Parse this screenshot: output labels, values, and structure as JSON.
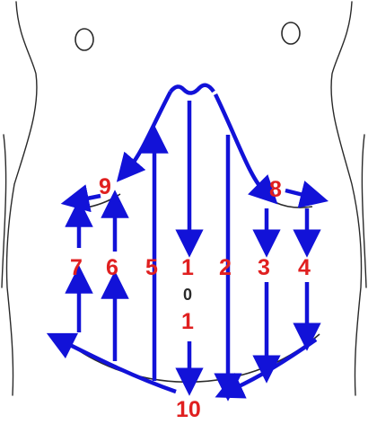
{
  "diagram": {
    "colors": {
      "arrow": "#1212d8",
      "number": "#e02020",
      "outline": "#2a2a2a",
      "background": "#ffffff"
    },
    "labels": {
      "l1": "1",
      "l2": "2",
      "l3": "3",
      "l4": "4",
      "l5": "5",
      "l6": "6",
      "l7": "7",
      "l8": "8",
      "l9": "9",
      "l10": "10",
      "l1b": "1",
      "navel": "0"
    }
  }
}
